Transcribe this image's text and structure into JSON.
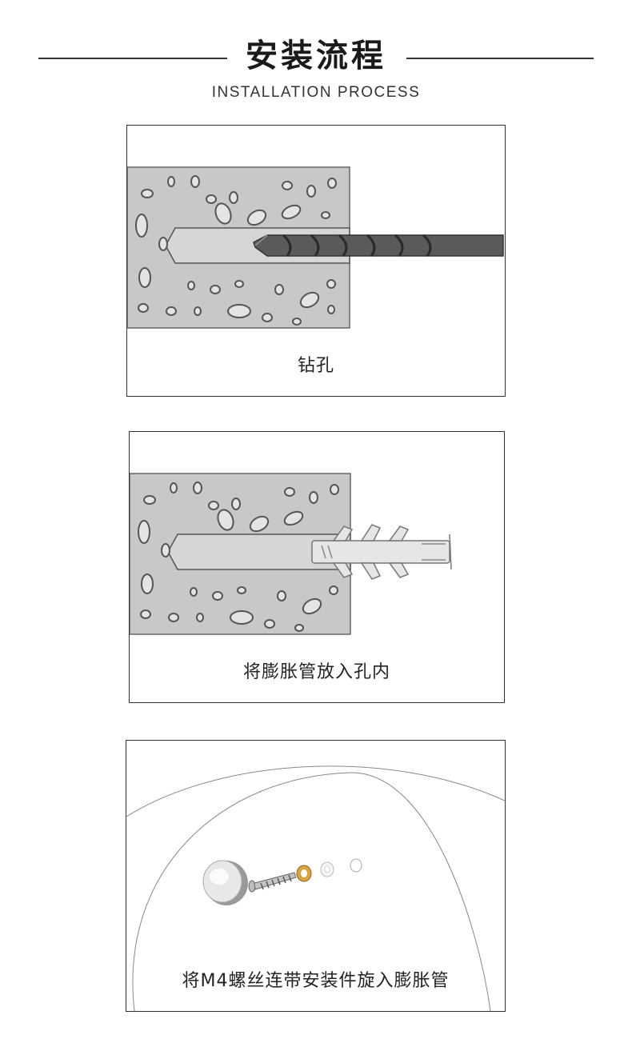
{
  "header": {
    "title": "安装流程",
    "subtitle": "INSTALLATION PROCESS"
  },
  "steps": [
    {
      "caption": "钻孔"
    },
    {
      "caption": "将膨胀管放入孔内"
    },
    {
      "caption": "将M4螺丝连带安装件旋入膨胀管"
    }
  ],
  "colors": {
    "concrete": "#c8c8c8",
    "concrete_outline": "#666666",
    "drill": "#5a5a5a",
    "anchor": "#e6e6e6",
    "washer_brass": "#d9a441",
    "cap_steel": "#cfcfcf",
    "rule": "#333333"
  },
  "icons": [
    "drill-bit-icon",
    "wall-anchor-icon",
    "screw-icon",
    "cap-icon",
    "washer-icon"
  ]
}
